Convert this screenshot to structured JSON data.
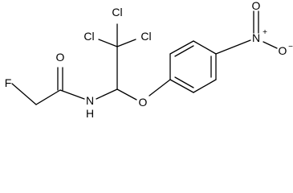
{
  "molecule": {
    "atoms": {
      "fluorine": "F",
      "carbonyl_oxygen": "O",
      "amide_nitrogen": "N",
      "amide_hydrogen": "H",
      "chlorine_top": "Cl",
      "chlorine_left": "Cl",
      "chlorine_right": "Cl",
      "ether_oxygen": "O",
      "nitro_nitrogen": "N",
      "nitro_charge_plus": "+",
      "nitro_oxygen_top": "O",
      "nitro_oxygen_right": "O",
      "nitro_charge_minus": "−"
    }
  }
}
